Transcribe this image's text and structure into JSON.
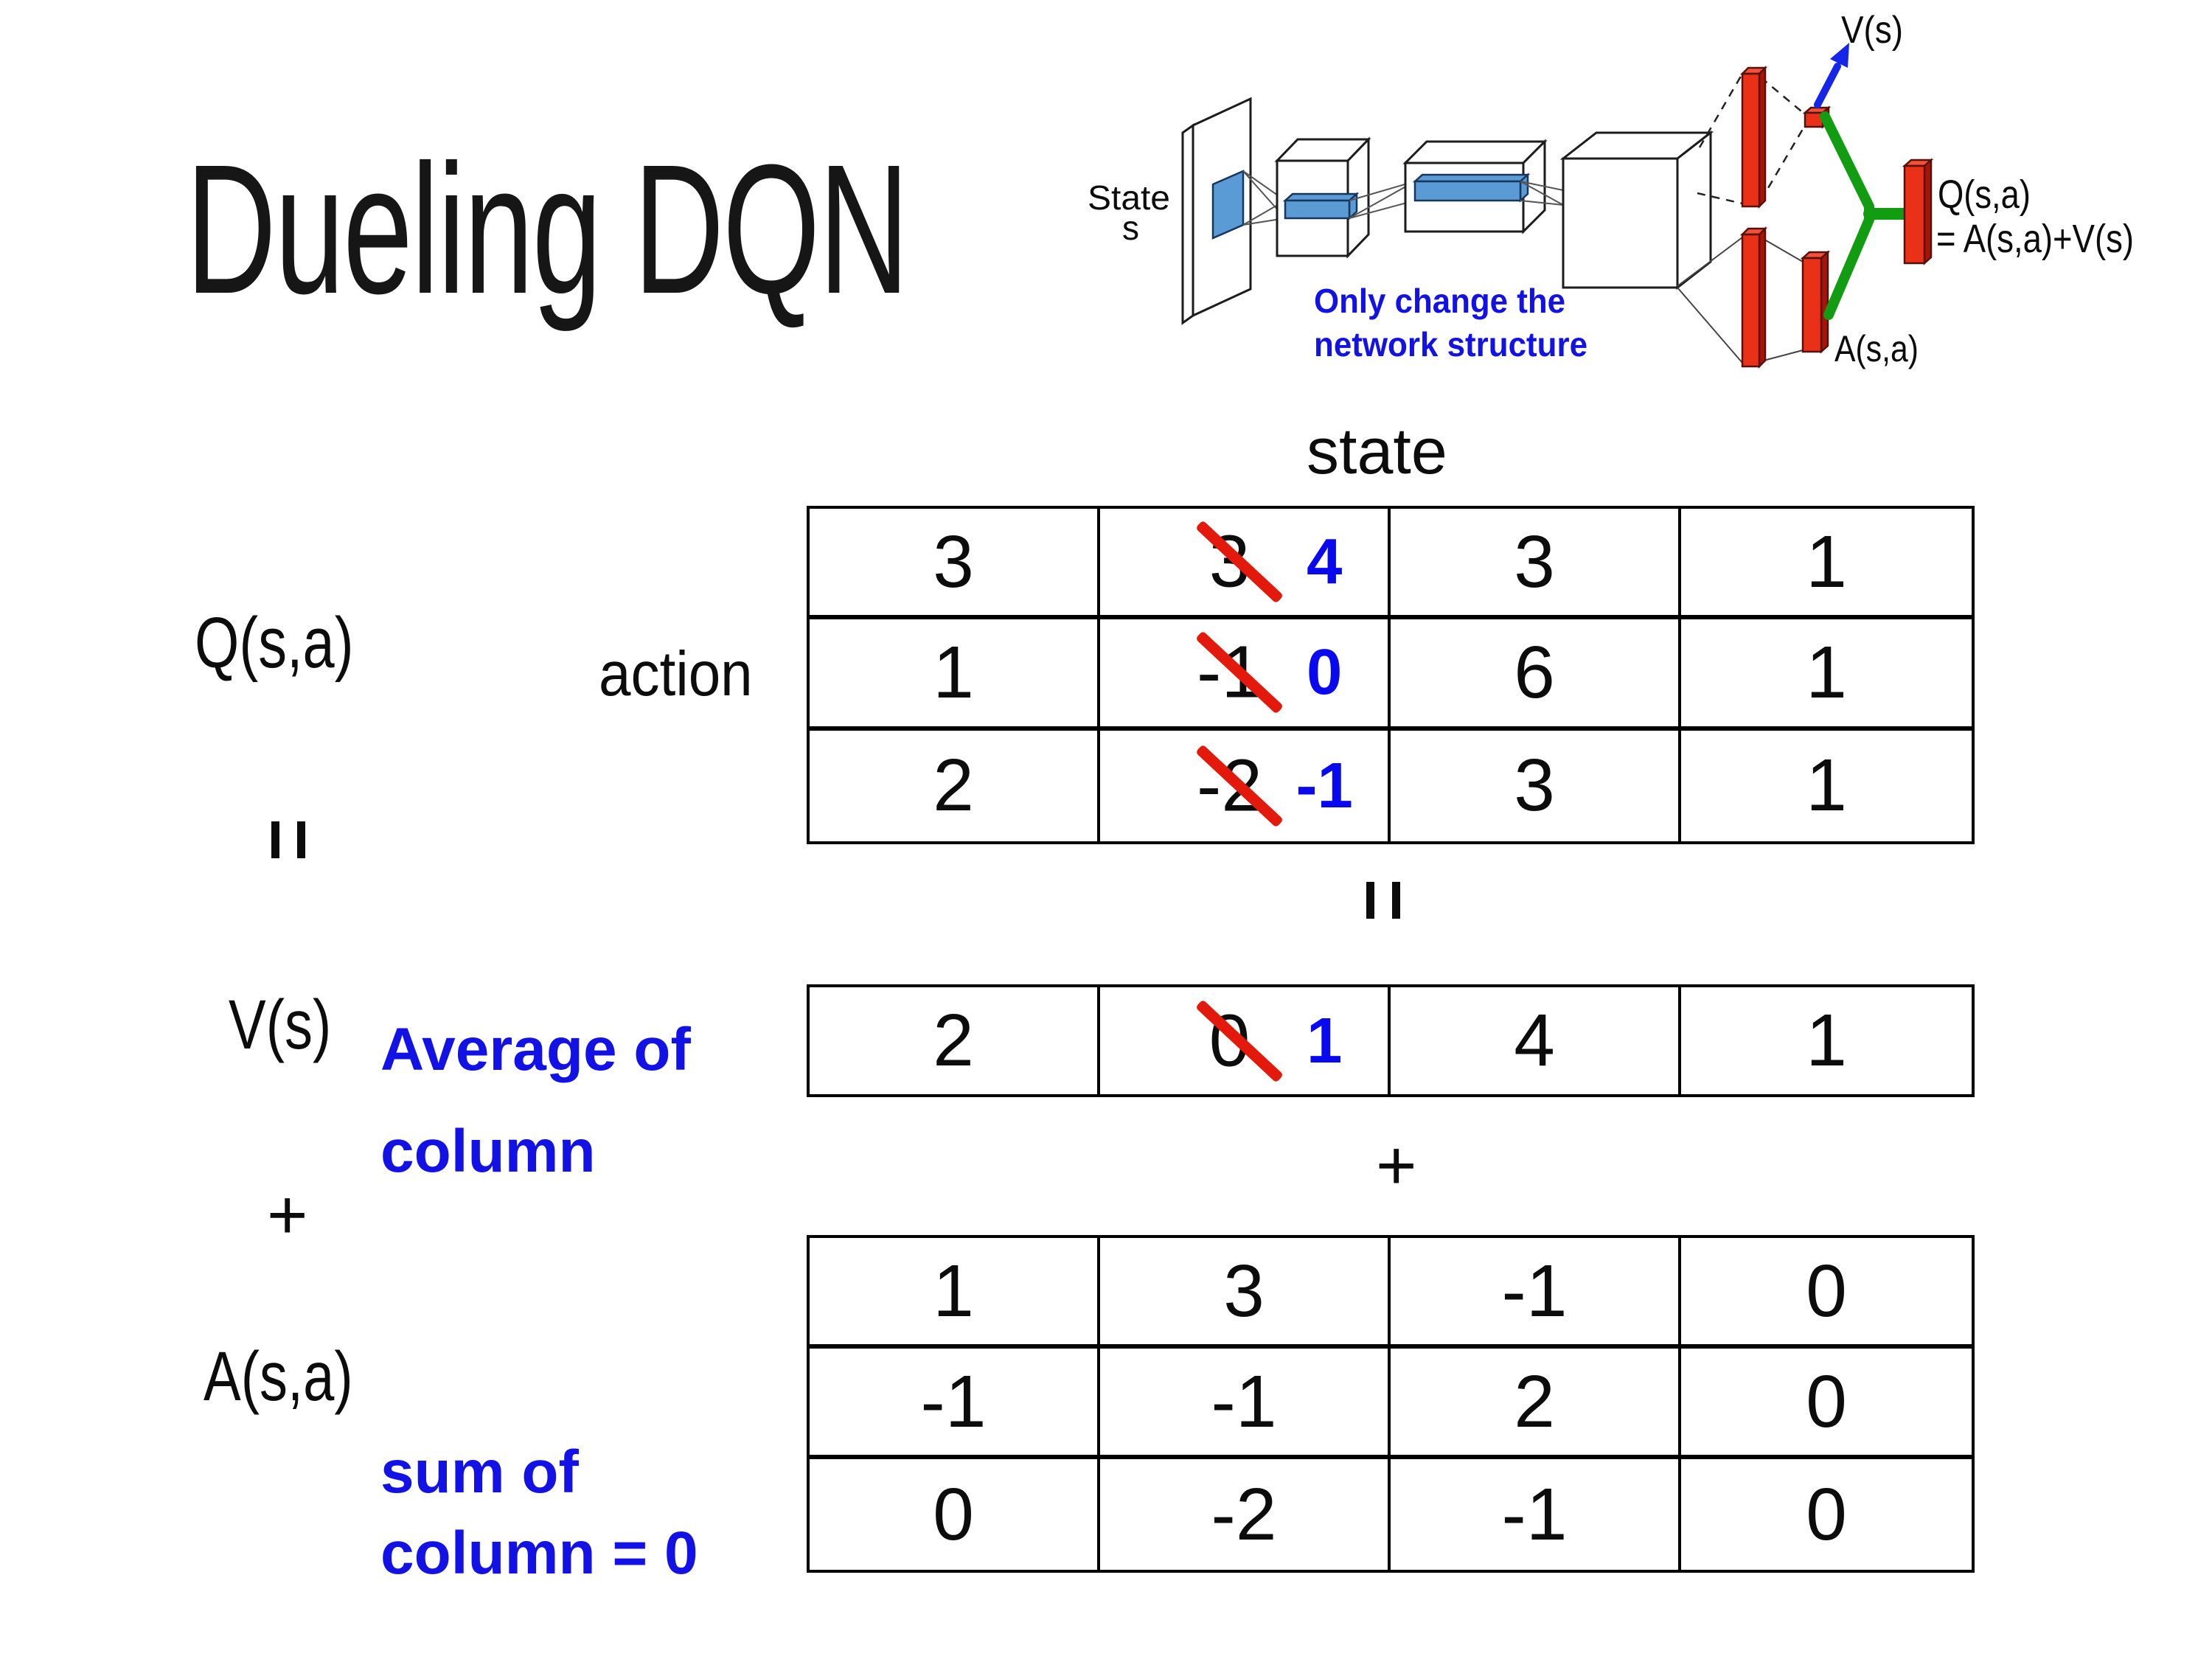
{
  "title": "Dueling DQN",
  "diagram": {
    "state_line1": "State",
    "state_line2": "s",
    "note_line1": "Only change the",
    "note_line2": "network structure",
    "v_out_label": "V(s)",
    "a_out_label": "A(s,a)",
    "q_out_line1": "Q(s,a)",
    "q_out_line2": "= A(s,a)+V(s)"
  },
  "labels": {
    "state_header": "state",
    "action": "action",
    "q_function": "Q(s,a)",
    "v_function": "V(s)",
    "a_function": "A(s,a)",
    "avg_note_line1": "Average of",
    "avg_note_line2": "column",
    "sum_note_line1": "sum of",
    "sum_note_line2": "column = 0",
    "plus_left": "+",
    "plus_center": "+"
  },
  "q_table": {
    "r0": {
      "c0": "3",
      "c1_old": "3",
      "c1_new": "4",
      "c2": "3",
      "c3": "1"
    },
    "r1": {
      "c0": "1",
      "c1_old": "-1",
      "c1_new": "0",
      "c2": "6",
      "c3": "1"
    },
    "r2": {
      "c0": "2",
      "c1_old": "-2",
      "c1_new": "-1",
      "c2": "3",
      "c3": "1"
    }
  },
  "v_table": {
    "c0": "2",
    "c1_old": "0",
    "c1_new": "1",
    "c2": "4",
    "c3": "1"
  },
  "a_table": {
    "r0": {
      "c0": "1",
      "c1": "3",
      "c2": "-1",
      "c3": "0"
    },
    "r1": {
      "c0": "-1",
      "c1": "-1",
      "c2": "2",
      "c3": "0"
    },
    "r2": {
      "c0": "0",
      "c1": "-2",
      "c2": "-1",
      "c3": "0"
    }
  },
  "colors": {
    "note_blue": "#1212e6",
    "replacement_blue": "#0909f0",
    "strike_red": "#e2190b",
    "bar_red": "#ea3118",
    "merge_green": "#119c11",
    "filter_blue": "#5b9bd5"
  }
}
